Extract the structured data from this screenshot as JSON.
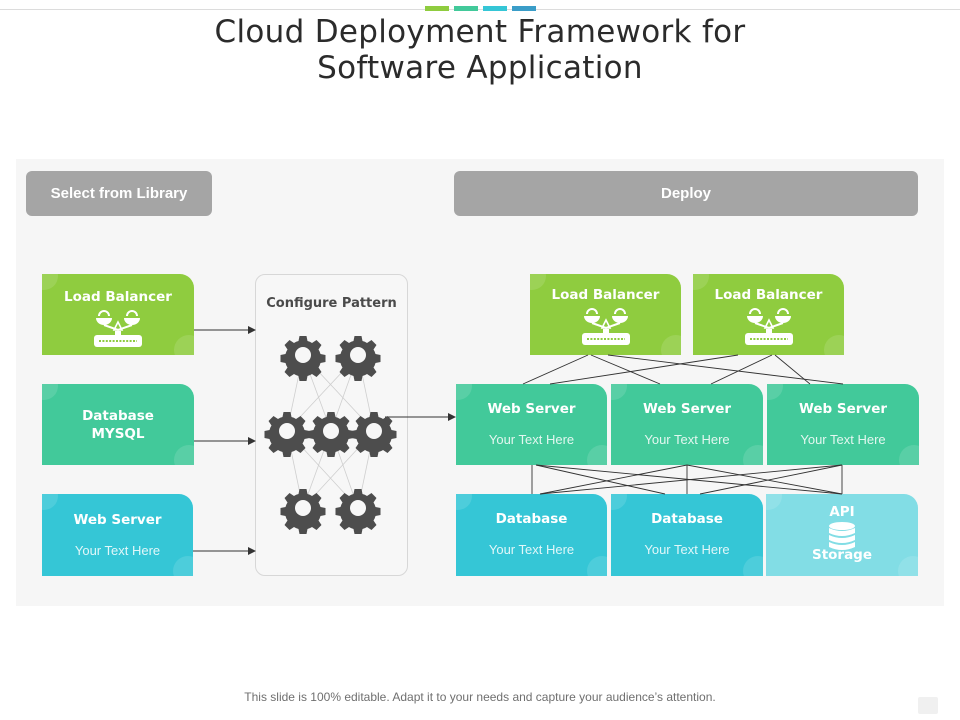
{
  "slide": {
    "title_line1": "Cloud Deployment Framework for",
    "title_line2": "Software Application",
    "accent_colors": [
      "#8fcc3f",
      "#42c99a",
      "#35c6d6",
      "#3a9dc8"
    ],
    "footer": "This slide is 100% editable. Adapt it to your needs and capture your audience’s attention."
  },
  "header": {
    "library_label": "Select from Library",
    "deploy_label": "Deploy"
  },
  "library": [
    {
      "title": "Load Balancer",
      "icon": "scale-router-icon"
    },
    {
      "title": "Database",
      "title2": "MYSQL"
    },
    {
      "title": "Web Server",
      "text": "Your Text Here"
    }
  ],
  "configure": {
    "title": "Configure Pattern",
    "icon": "gear-icon",
    "gear_layers": [
      2,
      3,
      2
    ]
  },
  "deploy": {
    "load_balancers": [
      {
        "title": "Load Balancer",
        "icon": "scale-router-icon"
      },
      {
        "title": "Load Balancer",
        "icon": "scale-router-icon"
      }
    ],
    "web_servers": [
      {
        "title": "Web Server",
        "text": "Your Text Here"
      },
      {
        "title": "Web Server",
        "text": "Your Text Here"
      },
      {
        "title": "Web Server",
        "text": "Your Text Here"
      }
    ],
    "storage": [
      {
        "title": "Database",
        "text": "Your Text Here"
      },
      {
        "title": "Database",
        "text": "Your Text Here"
      },
      {
        "title": "API",
        "title2": "Storage",
        "icon": "database-stack-icon"
      }
    ]
  },
  "colors": {
    "green": "#8fcc3f",
    "teal": "#42c99a",
    "cyan": "#35c6d6",
    "light_cyan": "#82dde5",
    "header_gray": "#a5a5a5",
    "gear": "#4d4d4d"
  }
}
